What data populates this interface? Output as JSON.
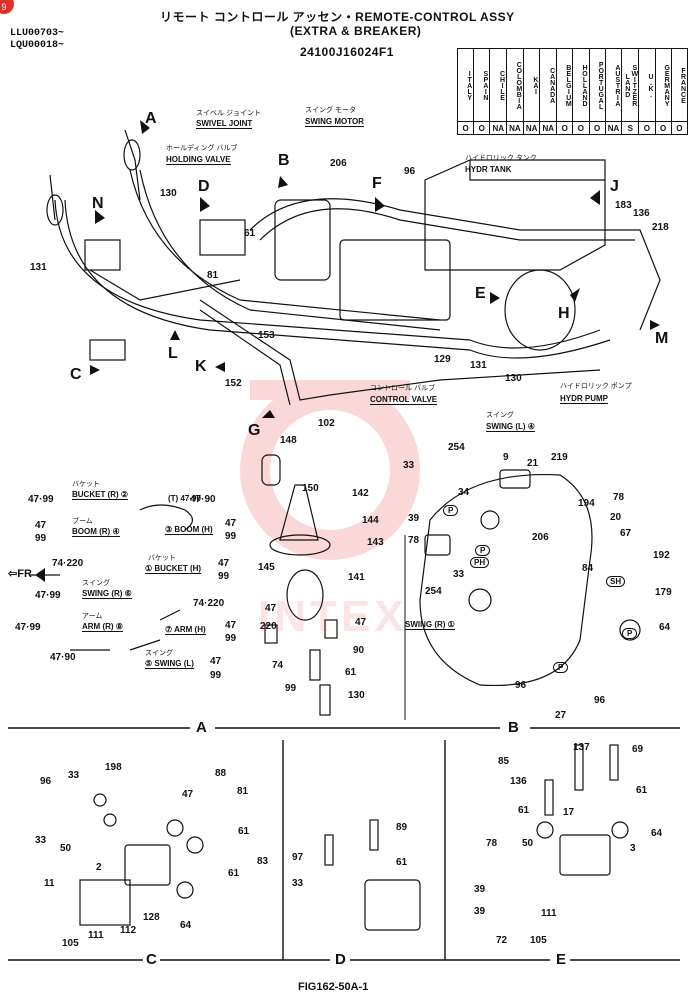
{
  "header": {
    "title_line1": "リモート コントロール アッセン・REMOTE-CONTROL ASSY",
    "title_line2": "(EXTRA & BREAKER)",
    "part_number": "24100J16024F1",
    "serial_1": "LLU00703~",
    "serial_2": "LQU00018~",
    "mark": "9"
  },
  "countries": [
    {
      "name": "ITALY",
      "code": "O"
    },
    {
      "name": "SPAIN",
      "code": "O"
    },
    {
      "name": "CHILE",
      "code": "NA"
    },
    {
      "name": "COLOMBIA",
      "code": "NA"
    },
    {
      "name": "KAI",
      "code": "NA"
    },
    {
      "name": "CANADA",
      "code": "NA"
    },
    {
      "name": "BELGIUM",
      "code": "O"
    },
    {
      "name": "HOLLAND",
      "code": "O"
    },
    {
      "name": "PORTUGAL",
      "code": "O"
    },
    {
      "name": "AUSTRIA",
      "code": "NA"
    },
    {
      "name": "SWITZER LAND",
      "code": "S"
    },
    {
      "name": "U.K.",
      "code": "O"
    },
    {
      "name": "GERMANY",
      "code": "O"
    },
    {
      "name": "FRANCE",
      "code": "O"
    }
  ],
  "callouts": {
    "swivel_joint_jp": "スイベル ジョイント",
    "swivel_joint": "SWIVEL JOINT",
    "swing_motor_jp": "スイング モータ",
    "swing_motor": "SWING MOTOR",
    "holding_valve_jp": "ホールディング バルブ",
    "holding_valve": "HOLDING VALVE",
    "hydr_tank_jp": "ハイドロリック タンク",
    "hydr_tank": "HYDR TANK",
    "control_valve_jp": "コントロール バルブ",
    "control_valve": "CONTROL VALVE",
    "hydr_pump_jp": "ハイドロリック ポンプ",
    "hydr_pump": "HYDR PUMP"
  },
  "view_letters": [
    "A",
    "B",
    "C",
    "D",
    "E",
    "F",
    "G",
    "H",
    "J",
    "K",
    "L",
    "M",
    "N"
  ],
  "main_numbers": [
    "206",
    "96",
    "183",
    "136",
    "218",
    "130",
    "131",
    "61",
    "81",
    "153",
    "152",
    "102",
    "129",
    "131",
    "130"
  ],
  "section_a": {
    "port_labels": [
      {
        "jp": "バケット",
        "text": "BUCKET (R) ②",
        "right": "(T) 47·90"
      },
      {
        "jp": "ブーム",
        "text": "BOOM (R) ④",
        "right": "③ BOOM (H)"
      },
      {
        "jp": "バケット",
        "text": "① BUCKET (H)"
      },
      {
        "jp": "スイング",
        "text": "SWING (R) ⑥"
      },
      {
        "jp": "アーム",
        "text": "ARM (R) ⑧",
        "right": "⑦ ARM (H)"
      },
      {
        "jp": "スイング",
        "text": "⑤ SWING (L)"
      }
    ],
    "numbers_left": [
      "47·99",
      "47",
      "99",
      "74·220",
      "47·99",
      "47·99",
      "47·90"
    ],
    "numbers_right": [
      "47·90",
      "47",
      "99",
      "47",
      "99",
      "74·220",
      "47",
      "99",
      "47",
      "99"
    ],
    "fr": "FR",
    "parts": [
      "148",
      "150",
      "142",
      "144",
      "143",
      "145",
      "141",
      "47",
      "220",
      "47",
      "74",
      "90",
      "61",
      "99",
      "130"
    ]
  },
  "section_b": {
    "swing_l": "SWING (L) ④",
    "swing_r": "SWING (R) ①",
    "swing_jp": "スイング",
    "parts": [
      "254",
      "33",
      "34",
      "9",
      "21",
      "219",
      "39",
      "78",
      "33",
      "254",
      "206",
      "194",
      "78",
      "20",
      "67",
      "84",
      "192",
      "179",
      "64",
      "96",
      "27",
      "96"
    ],
    "ports": [
      "P",
      "P",
      "PH",
      "SH",
      "P",
      "P"
    ]
  },
  "section_c": {
    "parts": [
      "198",
      "96",
      "33",
      "33",
      "50",
      "88",
      "47",
      "81",
      "61",
      "83",
      "2",
      "61",
      "11",
      "105",
      "111",
      "112",
      "128",
      "64"
    ]
  },
  "section_d": {
    "parts": [
      "89",
      "97",
      "61",
      "33"
    ]
  },
  "section_e": {
    "parts": [
      "137",
      "69",
      "85",
      "136",
      "61",
      "61",
      "17",
      "64",
      "78",
      "50",
      "3",
      "39",
      "39",
      "72",
      "111",
      "105"
    ]
  },
  "section_labels": [
    "A",
    "B",
    "C",
    "D",
    "E"
  ],
  "footer": {
    "figure": "FIG162-50A-1",
    "watermark": "INTEX"
  }
}
